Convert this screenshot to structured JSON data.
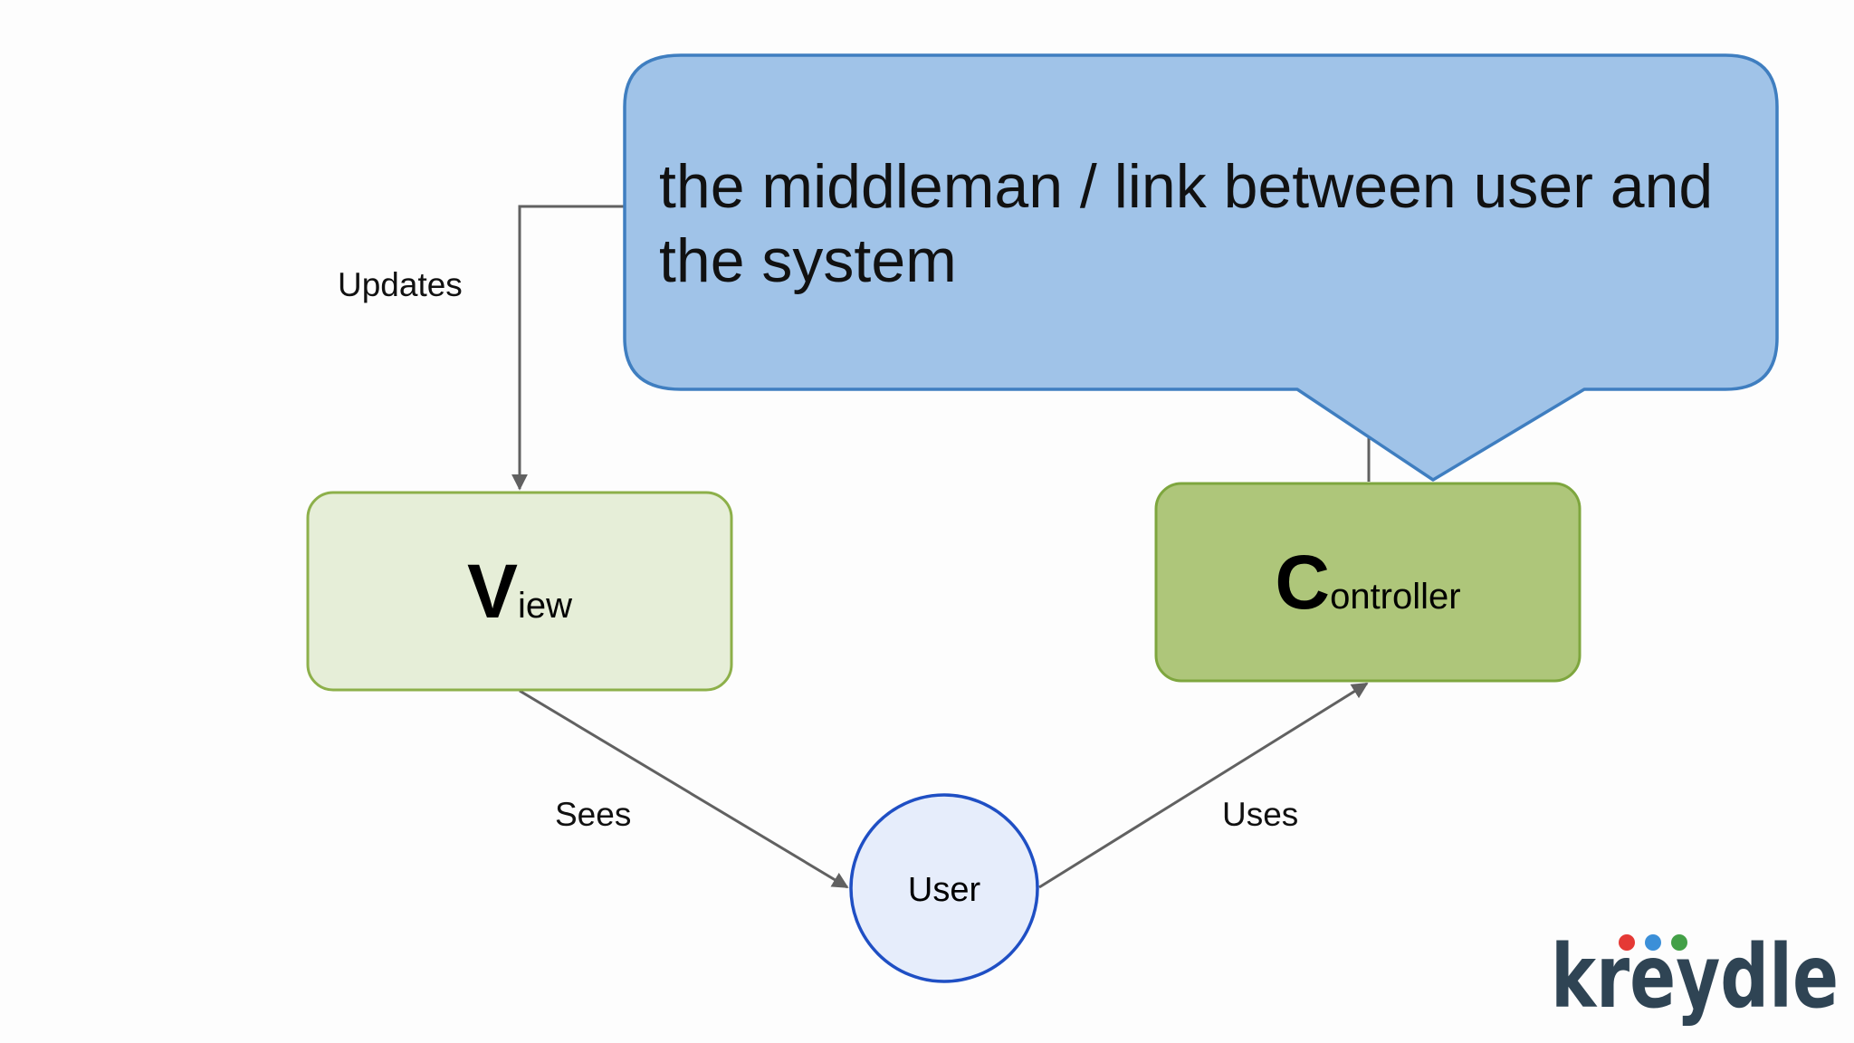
{
  "nodes": {
    "view": {
      "initial": "V",
      "rest": "iew"
    },
    "controller": {
      "initial": "C",
      "rest": "ontroller"
    },
    "user": {
      "label": "User"
    }
  },
  "edges": {
    "updates": "Updates",
    "sees": "Sees",
    "uses": "Uses"
  },
  "callout": {
    "text": "the middleman / link between user and the system"
  },
  "logo": {
    "text": "kreydle",
    "dot_colors": [
      "#e53935",
      "#3b8fd8",
      "#43a047"
    ]
  },
  "colors": {
    "view_fill": "#e6eed8",
    "view_border": "#8db04a",
    "controller_fill": "#aec67a",
    "controller_border": "#7ea63e",
    "user_fill": "#e6edfb",
    "user_border": "#1f4fc4",
    "callout_fill": "#a0c3e8",
    "callout_border": "#3f7ec0",
    "edge": "#616161",
    "logo_text": "#2f4454"
  }
}
